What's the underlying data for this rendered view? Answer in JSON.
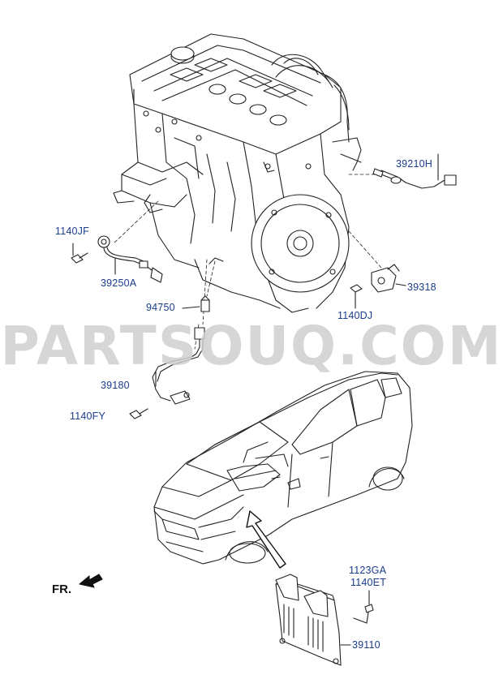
{
  "watermark": "PARTSOUQ.COM",
  "front_indicator": "FR.",
  "parts": {
    "p39210H": "39210H",
    "p1140JF": "1140JF",
    "p39250A": "39250A",
    "p39318": "39318",
    "p1140DJ": "1140DJ",
    "p94750": "94750",
    "p39180": "39180",
    "p1140FY": "1140FY",
    "p1123GA": "1123GA",
    "p1140ET": "1140ET",
    "p39110": "39110"
  },
  "colors": {
    "label": "#1a3c8c",
    "line": "#222222",
    "watermark": "#cfcfcf"
  }
}
